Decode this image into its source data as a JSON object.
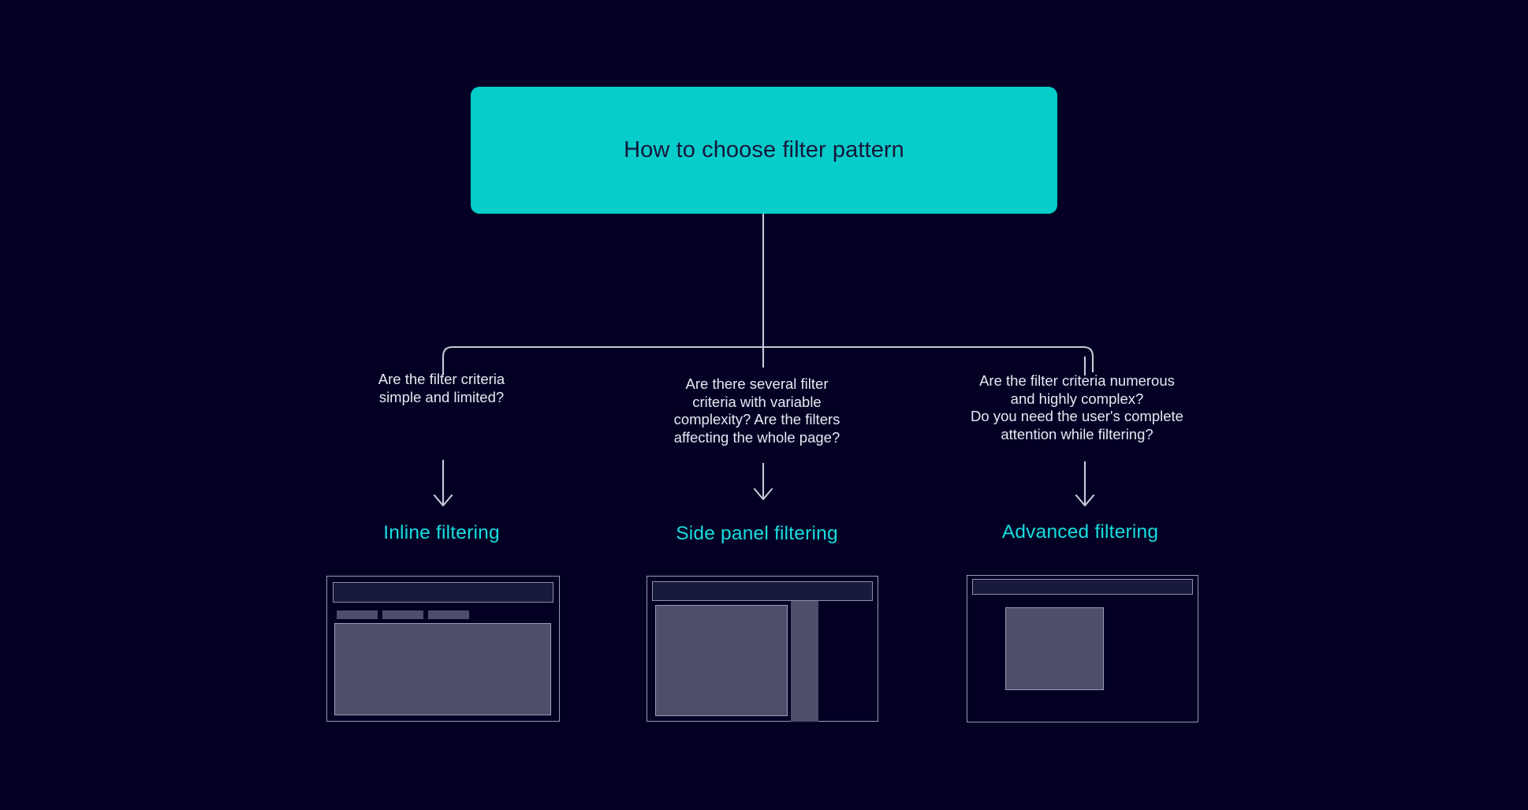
{
  "page": {
    "title": "How to choose filter pattern",
    "background_color": "#030024"
  },
  "colors": {
    "background": "#030024",
    "accent_cyan": "#06ccca",
    "label_cyan": "#16dede",
    "connector": "#c8c8d6",
    "question_text": "#e8e8f2",
    "root_text": "#15173a",
    "thumb_border": "#9a9ab4",
    "thumb_header": "#171a3c",
    "thumb_block": "#4e4e6b"
  },
  "root": {
    "label": "How to choose filter pattern"
  },
  "branches": [
    {
      "id": "inline",
      "question": "Are the filter criteria\nsimple and limited?",
      "outcome": "Inline filtering",
      "thumbnail_name": "inline-filtering-thumbnail"
    },
    {
      "id": "side-panel",
      "question": "Are there several filter\ncriteria with variable\ncomplexity? Are the filters\naffecting the whole page?",
      "outcome": "Side panel filtering",
      "thumbnail_name": "side-panel-filtering-thumbnail"
    },
    {
      "id": "advanced",
      "question": "Are the filter criteria numerous\nand highly complex?\nDo you need the user's complete\nattention while filtering?",
      "outcome": "Advanced filtering",
      "thumbnail_name": "advanced-filtering-thumbnail"
    }
  ]
}
